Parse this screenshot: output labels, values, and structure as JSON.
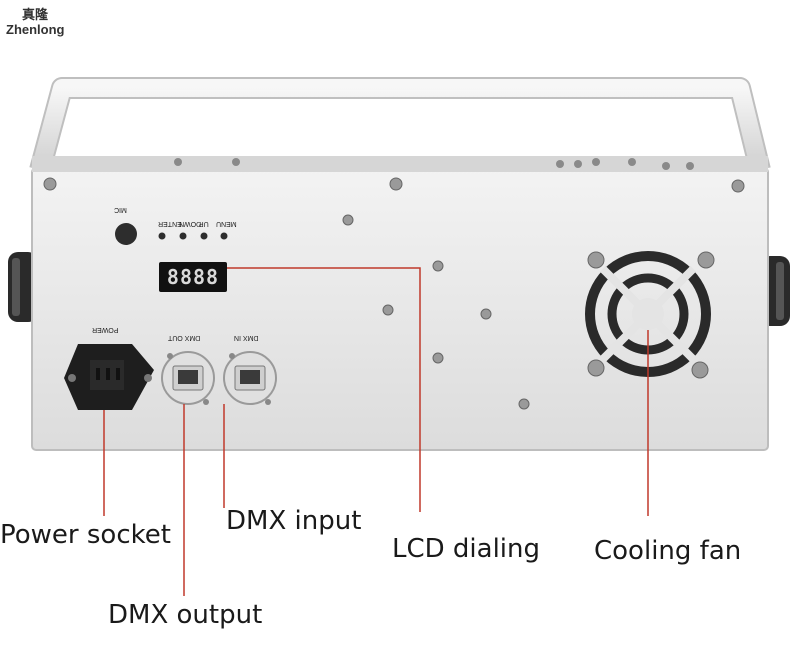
{
  "logo": {
    "chinese": "真隆",
    "english": "Zhenlong"
  },
  "panel": {
    "mic_label": "MIC",
    "button_labels": [
      "MENU",
      "UP",
      "DOWN",
      "ENTER"
    ],
    "power_label": "POWER",
    "dmx_out_label": "DMX OUT",
    "dmx_in_label": "DMX IN",
    "display_digits": "8888"
  },
  "callouts": {
    "power_socket": "Power socket",
    "dmx_input": "DMX input",
    "lcd_dialing": "LCD dialing",
    "cooling_fan": "Cooling fan",
    "dmx_output": "DMX output"
  },
  "colors": {
    "leader_line": "#c0392b",
    "housing": "#e9e9e9",
    "housing_edge": "#bdbdbd",
    "display_bg": "#111111",
    "display_digit": "#d9d9d9"
  }
}
